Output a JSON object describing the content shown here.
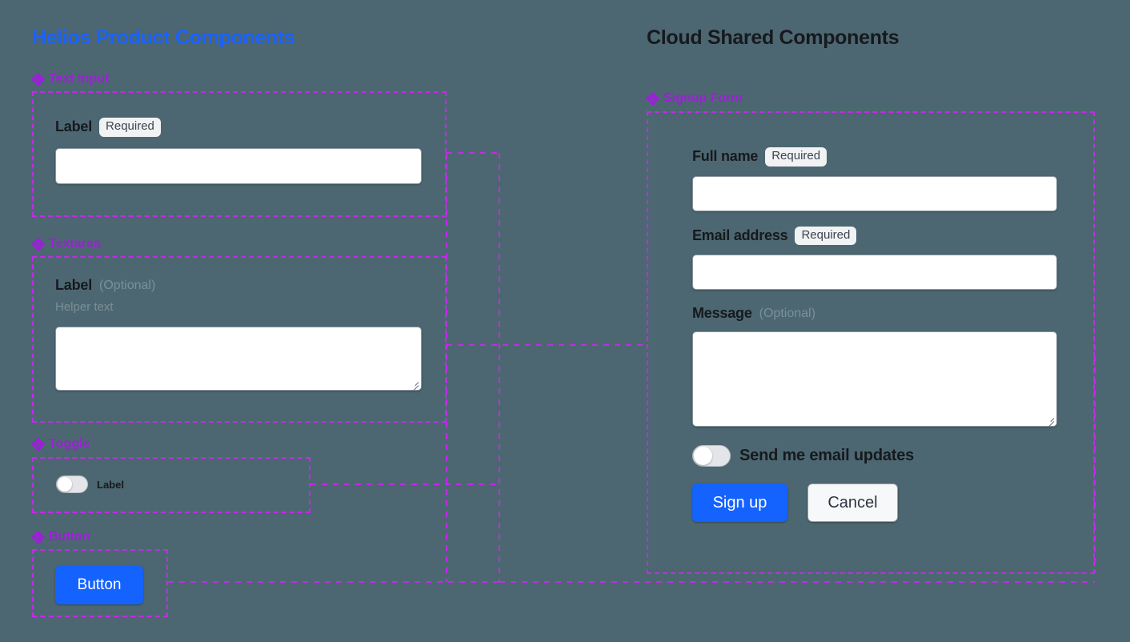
{
  "canvas": {
    "background": "#4c6771",
    "connector_color": "#c32ae8",
    "accent_blue": "#1563ff",
    "accent_purple": "#9b21d6"
  },
  "left_panel": {
    "title": "Helios Product Components",
    "sections": [
      {
        "caption": "Text Input",
        "icon": "diamond-cluster-icon",
        "label": "Label",
        "badge": "Required"
      },
      {
        "caption": "Textarea",
        "icon": "diamond-cluster-icon",
        "label": "Label",
        "optional": "(Optional)",
        "helper": "Helper text"
      },
      {
        "caption": "Toggle",
        "icon": "diamond-cluster-icon",
        "toggle_label": "Label",
        "toggle_state": "off"
      },
      {
        "caption": "Button",
        "icon": "diamond-cluster-icon",
        "button_label": "Button"
      }
    ]
  },
  "right_panel": {
    "title": "Cloud Shared Components",
    "section": {
      "caption": "Signup Form",
      "icon": "diamond-cluster-icon"
    },
    "form": {
      "fields": [
        {
          "label": "Full name",
          "badge": "Required",
          "type": "text"
        },
        {
          "label": "Email address",
          "badge": "Required",
          "type": "text"
        },
        {
          "label": "Message",
          "optional": "(Optional)",
          "type": "textarea"
        }
      ],
      "toggle": {
        "label": "Send me email updates",
        "state": "off"
      },
      "actions": {
        "primary": "Sign up",
        "secondary": "Cancel"
      }
    }
  }
}
